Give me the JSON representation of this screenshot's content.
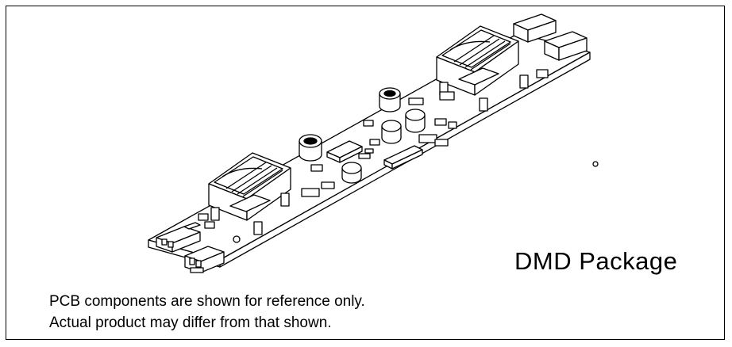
{
  "caption": {
    "package_label": "DMD Package",
    "note_line_1": "PCB components are shown for reference only.",
    "note_line_2": "Actual product may differ from that shown."
  },
  "colors": {
    "line": "#000000",
    "background": "#ffffff"
  }
}
